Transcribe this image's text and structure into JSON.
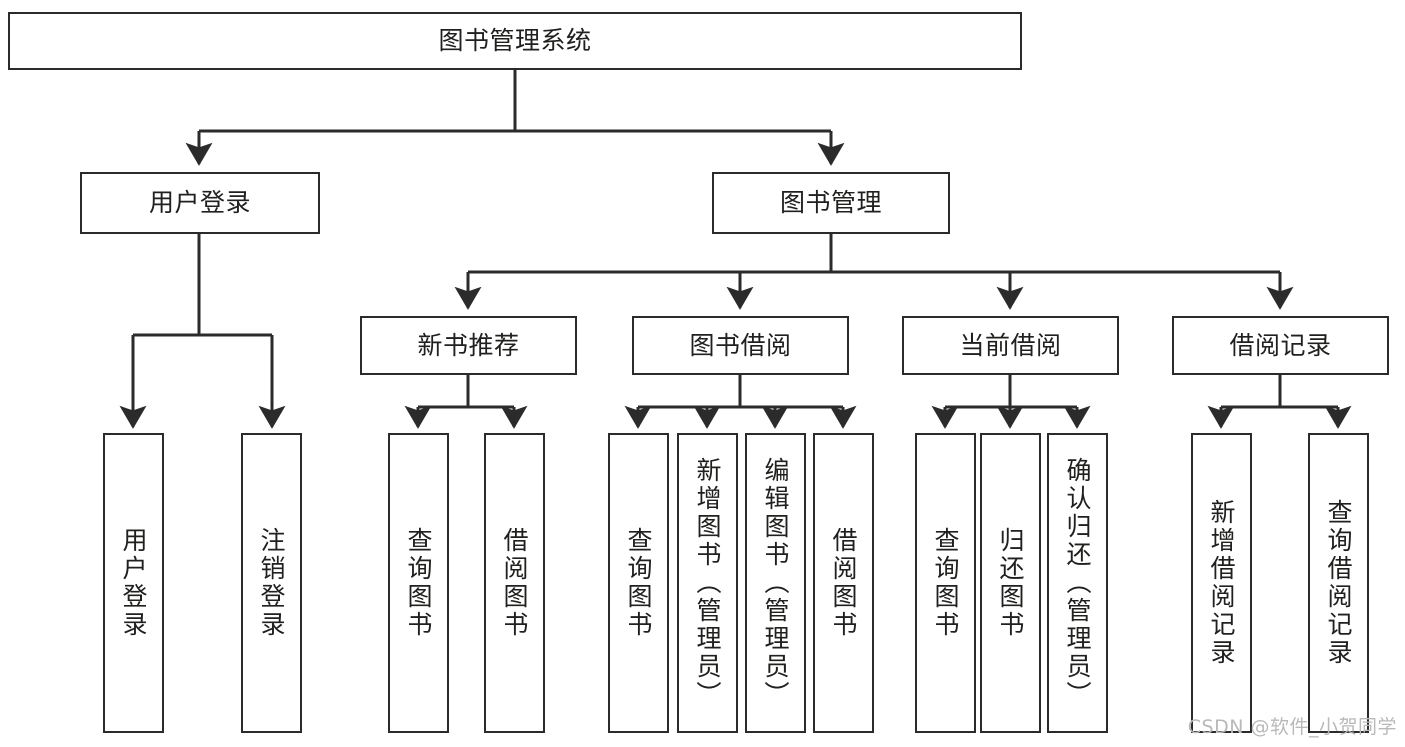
{
  "diagram": {
    "type": "tree",
    "title": "图书管理系统",
    "watermark": "CSDN @软件_小贺同学",
    "colors": {
      "box_border": "#2b2b2b",
      "box_fill": "#ffffff",
      "edge": "#2b2b2b",
      "text": "#20201f",
      "watermark": "#b9b9b9",
      "background": "#ffffff"
    },
    "nodes": {
      "root": {
        "label": "图书管理系统"
      },
      "level2": [
        {
          "id": "user-login",
          "label": "用户登录"
        },
        {
          "id": "book-manage",
          "label": "图书管理"
        }
      ],
      "level3": [
        {
          "id": "new-book-recommend",
          "label": "新书推荐"
        },
        {
          "id": "book-borrow",
          "label": "图书借阅"
        },
        {
          "id": "current-borrow",
          "label": "当前借阅"
        },
        {
          "id": "borrow-record",
          "label": "借阅记录"
        }
      ],
      "leaves": {
        "user-login": [
          {
            "id": "leaf-user-login",
            "label": "用户登录"
          },
          {
            "id": "leaf-logout-login",
            "label": "注销登录"
          }
        ],
        "new-book-recommend": [
          {
            "id": "leaf-query-book-1",
            "label": "查询图书"
          },
          {
            "id": "leaf-borrow-book-1",
            "label": "借阅图书"
          }
        ],
        "book-borrow": [
          {
            "id": "leaf-query-book-2",
            "label": "查询图书"
          },
          {
            "id": "leaf-add-book",
            "label": "新增图书（管理员）"
          },
          {
            "id": "leaf-edit-book",
            "label": "编辑图书（管理员）"
          },
          {
            "id": "leaf-borrow-book-2",
            "label": "借阅图书"
          }
        ],
        "current-borrow": [
          {
            "id": "leaf-query-book-3",
            "label": "查询图书"
          },
          {
            "id": "leaf-return-book",
            "label": "归还图书"
          },
          {
            "id": "leaf-confirm-return",
            "label": "确认归还（管理员）"
          }
        ],
        "borrow-record": [
          {
            "id": "leaf-add-record",
            "label": "新增借阅记录"
          },
          {
            "id": "leaf-query-record",
            "label": "查询借阅记录"
          }
        ]
      }
    }
  }
}
